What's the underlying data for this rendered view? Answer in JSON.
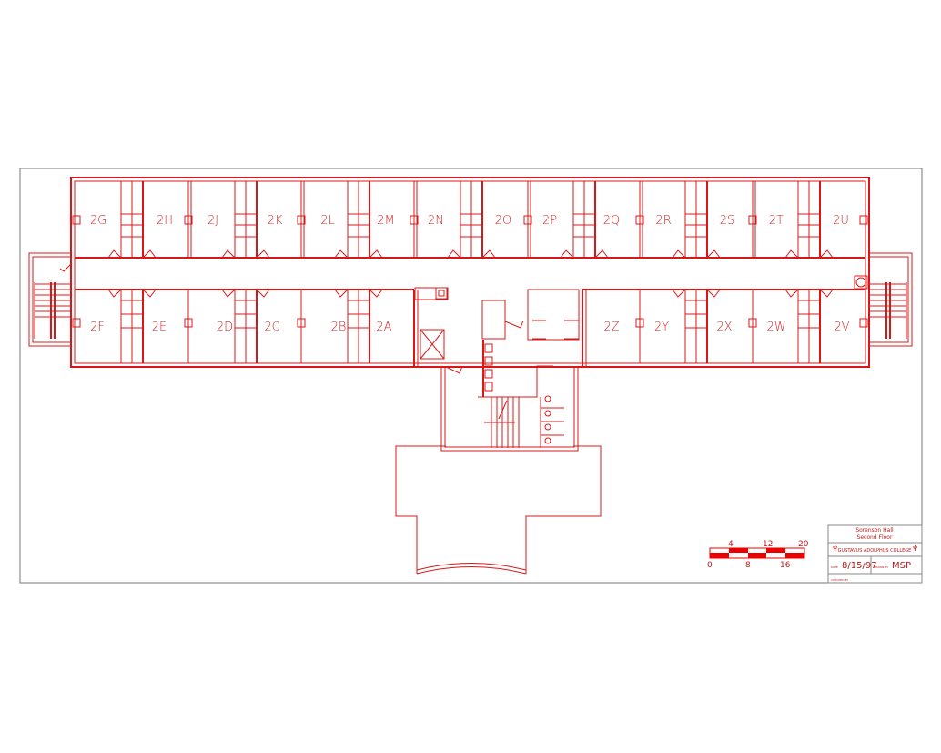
{
  "plan": {
    "rooms_north": [
      "2G",
      "2H",
      "2J",
      "2K",
      "2L",
      "2M",
      "2N",
      "2O",
      "2P",
      "2Q",
      "2R",
      "2S",
      "2T",
      "2U"
    ],
    "rooms_south_west": [
      "2F",
      "2E",
      "2D",
      "2C",
      "2B",
      "2A"
    ],
    "rooms_south_east": [
      "2Z",
      "2Y",
      "2X",
      "2W",
      "2V"
    ]
  },
  "title_block": {
    "building": "Sorenson Hall",
    "floor": "Second Floor",
    "college": "GUSTAVUS ADOLPHUS COLLEGE",
    "date_label": "DATE",
    "date": "8/15/97",
    "drawn_by_label": "DRAWN BY",
    "drawn_by": "MSP",
    "checked_by_label": "CHECKED BY"
  },
  "scale_bar": {
    "top_ticks": [
      "4",
      "12",
      "20"
    ],
    "bottom_ticks": [
      "0",
      "8",
      "16"
    ],
    "colors": {
      "fill": "#ee0000"
    }
  }
}
